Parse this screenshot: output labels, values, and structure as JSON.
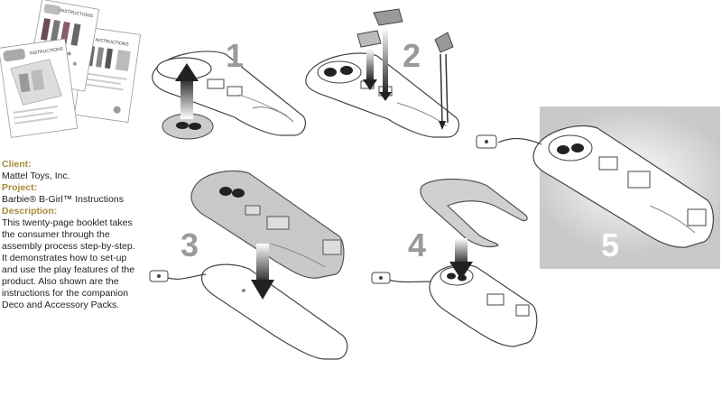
{
  "labels": {
    "client": "Client:",
    "project": "Project:",
    "description": "Description:"
  },
  "values": {
    "client": "Mattel Toys, Inc.",
    "project": "Barbie® B-Girl™ Instructions",
    "description": "This twenty-page booklet takes the consumer through the assembly process step-by-step. It demonstrates how to set-up and use the play features of the product.  Also shown are the instructions for the companion Deco and Accessory Packs."
  },
  "steps": [
    "1",
    "2",
    "3",
    "4",
    "5"
  ],
  "thumbnails": {
    "instructions_title": "INSTRUCTIONS"
  },
  "colors": {
    "label": "#a88b3c",
    "step_number": "#9a9a9a",
    "panel5_bg": "#c9c9c9"
  }
}
